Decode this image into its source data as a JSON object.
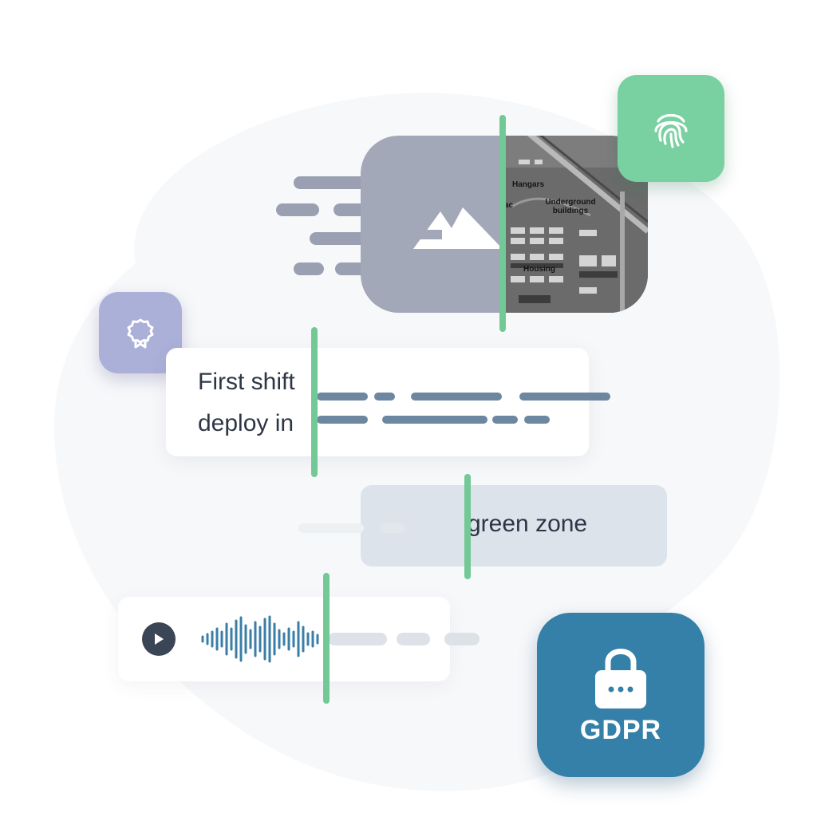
{
  "image_card": {
    "aerial_labels": {
      "hangars": "Hangars",
      "underground": "Underground\nbuildings",
      "housing": "Housing",
      "partial": "ac"
    }
  },
  "text_card": {
    "line1": "First shift",
    "line2": "deploy in"
  },
  "zone_card": {
    "text": "green zone"
  },
  "gdpr": {
    "label": "GDPR"
  },
  "icons": {
    "fingerprint": "fingerprint-icon",
    "badge": "award-badge-icon",
    "lock": "lock-icon",
    "play": "play-icon",
    "image": "image-placeholder-icon"
  },
  "colors": {
    "green": "#73c996",
    "fingerprint_tile": "#79d0a0",
    "badge_tile": "#aab0d8",
    "gdpr_tile": "#3580a8",
    "placeholder": "#a2a8b8",
    "dash": "#6d87a0",
    "wave": "#3a7ea6"
  }
}
